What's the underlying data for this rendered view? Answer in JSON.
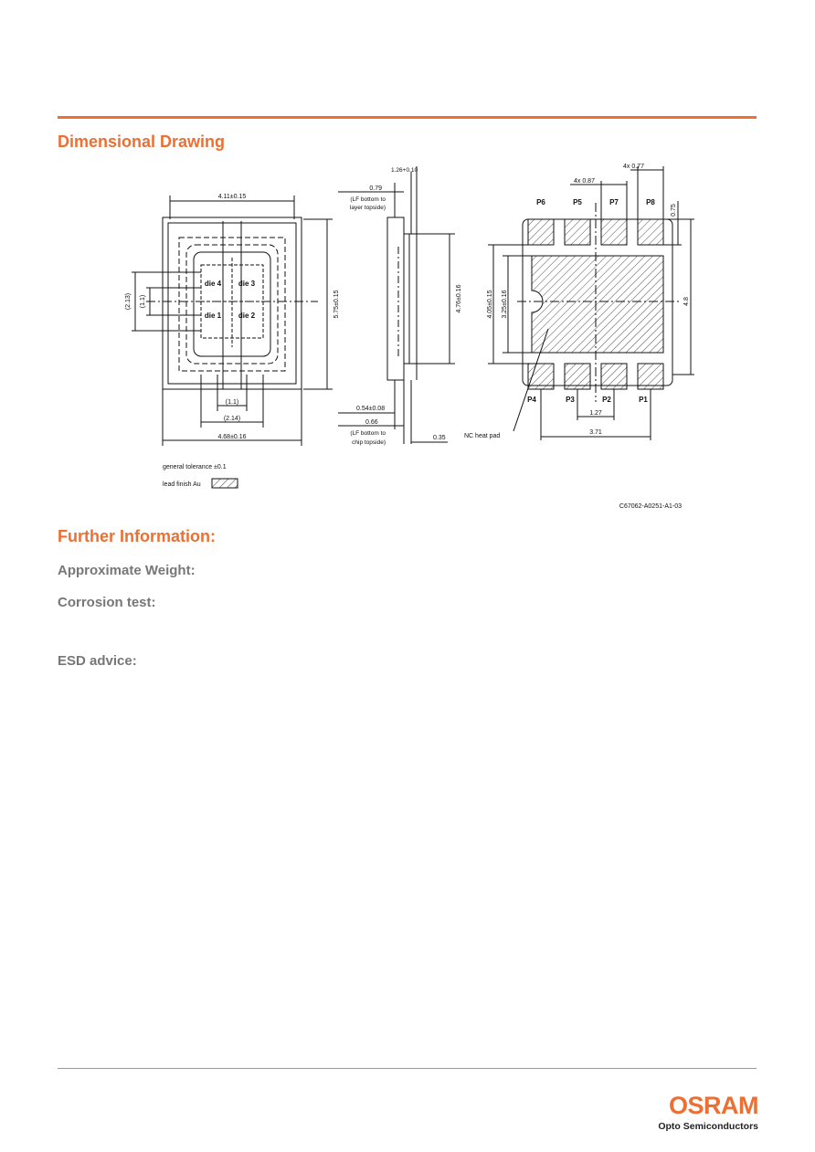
{
  "section1": {
    "title": "Dimensional Drawing"
  },
  "drawing": {
    "top_view": {
      "width_dim": "4.11±0.15",
      "height_dim": "5.75±0.15",
      "overall_width": "4.68±0.16",
      "left_dim_outer": "(2.13)",
      "left_dim_inner": "(1.1)",
      "bottom_dim_inner": "(1.1)",
      "bottom_dim_outer": "(2.14)",
      "dies": [
        "die 4",
        "die 3",
        "die 1",
        "die 2"
      ]
    },
    "side_view": {
      "dim_top_1": "1.26+0.10",
      "dim_079": "0.79",
      "lf_layer_note_1": "(LF bottom to",
      "lf_layer_note_2": "layer topside)",
      "height": "4.76±0.16",
      "dim_054": "0.54±0.08",
      "dim_066": "0.66",
      "lf_chip_note_1": "(LF bottom to",
      "lf_chip_note_2": "chip topside)",
      "dim_035": "0.35"
    },
    "bottom_view": {
      "pads_top": [
        "P6",
        "P5",
        "P7",
        "P8"
      ],
      "pads_bottom": [
        "P4",
        "P3",
        "P2",
        "P1"
      ],
      "dim_4x077": "4x 0.77",
      "dim_4x087": "4x 0.87",
      "dim_075": "0.75",
      "dim_48": "4.8",
      "dim_405": "4.05±0.15",
      "dim_325": "3.25±0.16",
      "dim_127": "1.27",
      "dim_371": "3.71",
      "heat_pad_label": "NC heat pad"
    },
    "notes": {
      "tolerance": "general tolerance ±0.1",
      "lead_finish": "lead finish Au"
    },
    "drawing_id": "C67062-A0251-A1-03"
  },
  "section2": {
    "title": "Further Information:",
    "items": [
      "Approximate Weight:",
      "Corrosion test:",
      "ESD advice:"
    ]
  },
  "footer": {
    "logo": "OSRAM",
    "logo_sub": "Opto Semiconductors",
    "brand_color": "#ec6f33"
  }
}
